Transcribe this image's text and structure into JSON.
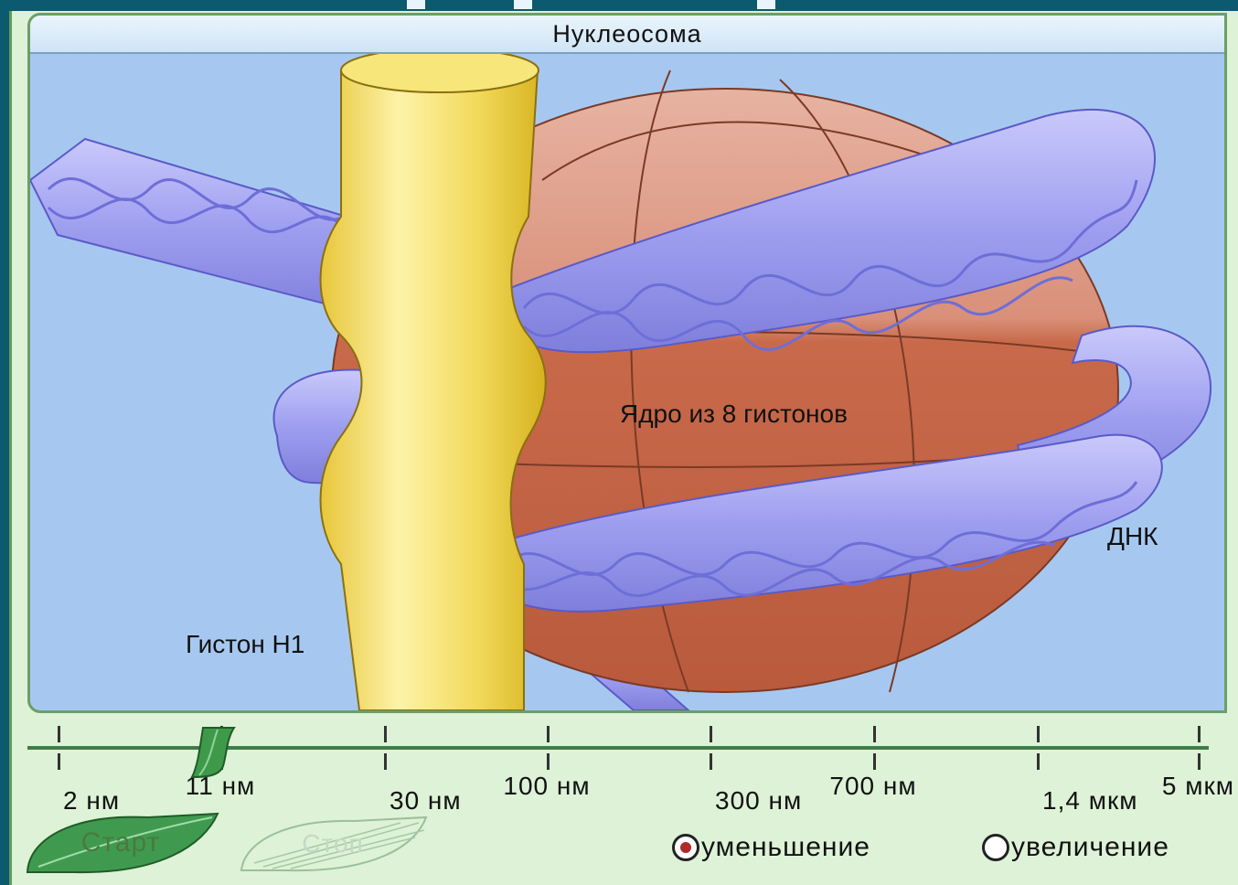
{
  "viewport": {
    "title": "Нуклеосома",
    "labels": {
      "core": "Ядро из 8 гистонов",
      "dna": "ДНК",
      "histone_h1": "Гистон Н1"
    }
  },
  "scale": {
    "ticks": [
      {
        "label": "2 нм",
        "side": "below"
      },
      {
        "label": "11 нм",
        "side": "above"
      },
      {
        "label": "30 нм",
        "side": "below"
      },
      {
        "label": "100 нм",
        "side": "above"
      },
      {
        "label": "300 нм",
        "side": "below"
      },
      {
        "label": "700 нм",
        "side": "above"
      },
      {
        "label": "1,4 мкм",
        "side": "below"
      },
      {
        "label": "5 мкм",
        "side": "above"
      }
    ],
    "selected_index": 1
  },
  "controls": {
    "start_label": "Старт",
    "stop_label": "Стоп",
    "radio_decrease": "уменьшение",
    "radio_increase": "увеличение",
    "selected_mode": "decrease"
  },
  "colors": {
    "background": "#0b5a70",
    "panel": "#ddf2d6",
    "viewport": "#a6c8f0",
    "core": "#c86a4a",
    "core_top": "#e0a592",
    "dna": "#a8a8f0",
    "histone_h1": "#f2d95a"
  }
}
